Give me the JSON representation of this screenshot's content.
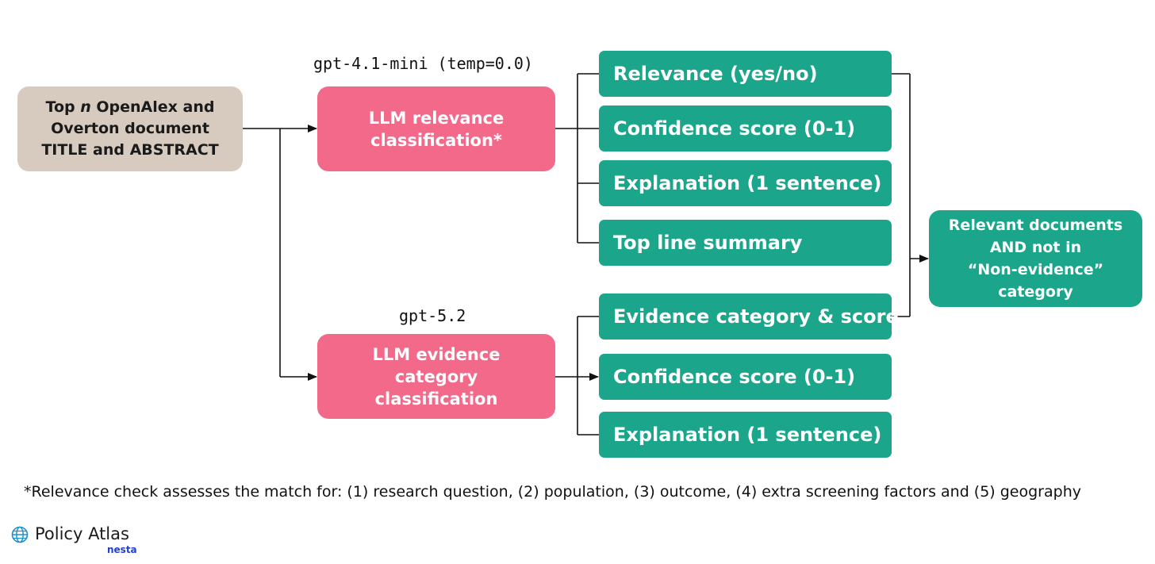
{
  "source": {
    "text_prefix": "Top ",
    "text_italic": "n",
    "text_rest": " OpenAlex and Overton document TITLE and ABSTRACT"
  },
  "models": {
    "relevance": "gpt-4.1-mini (temp=0.0)",
    "evidence": "gpt-5.2"
  },
  "llm_boxes": {
    "relevance": "LLM relevance classification*",
    "evidence": "LLM evidence category classification"
  },
  "relevance_outputs": [
    "Relevance (yes/no)",
    "Confidence score (0-1)",
    "Explanation (1 sentence)",
    "Top line summary"
  ],
  "evidence_outputs": [
    "Evidence category & score",
    "Confidence score (0-1)",
    "Explanation (1 sentence)"
  ],
  "final": {
    "line1": "Relevant documents",
    "line2": "AND not in",
    "line3": "“Non-evidence”",
    "line4": "category"
  },
  "footnote": "*Relevance check assesses the match for: (1) research question, (2) population, (3) outcome, (4) extra screening factors and (5) geography",
  "logo": {
    "name": "Policy Atlas",
    "sub": "nesta",
    "icon": "globe-icon"
  },
  "colors": {
    "source_box": "#d6cbbe",
    "llm_box": "#f2698a",
    "output_box": "#1ba68b",
    "connector": "#111111",
    "logo_sub": "#1f3fd6"
  }
}
